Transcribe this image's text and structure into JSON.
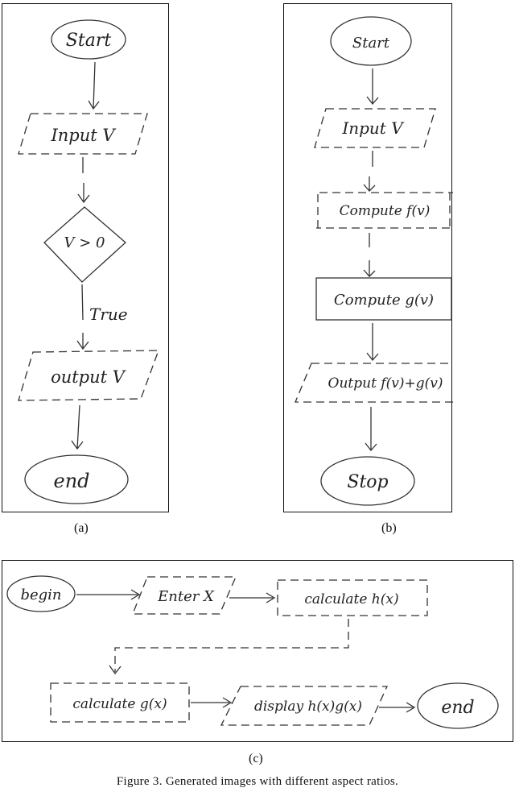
{
  "panel_a": {
    "start": "Start",
    "input": "Input V",
    "decision": "V > 0",
    "branch": "True",
    "output": "output V",
    "end": "end"
  },
  "panel_b": {
    "start": "Start",
    "input": "Input V",
    "compute_f": "Compute f(v)",
    "compute_g": "Compute g(v)",
    "output": "Output f(v)+g(v)",
    "stop": "Stop"
  },
  "panel_c": {
    "begin": "begin",
    "enter": "Enter X",
    "calc_h": "calculate h(x)",
    "calc_g": "calculate g(x)",
    "display": "display h(x)g(x)",
    "end": "end"
  },
  "sublabels": {
    "a": "(a)",
    "b": "(b)",
    "c": "(c)"
  },
  "caption": "Figure 3.   Generated images with different aspect ratios."
}
